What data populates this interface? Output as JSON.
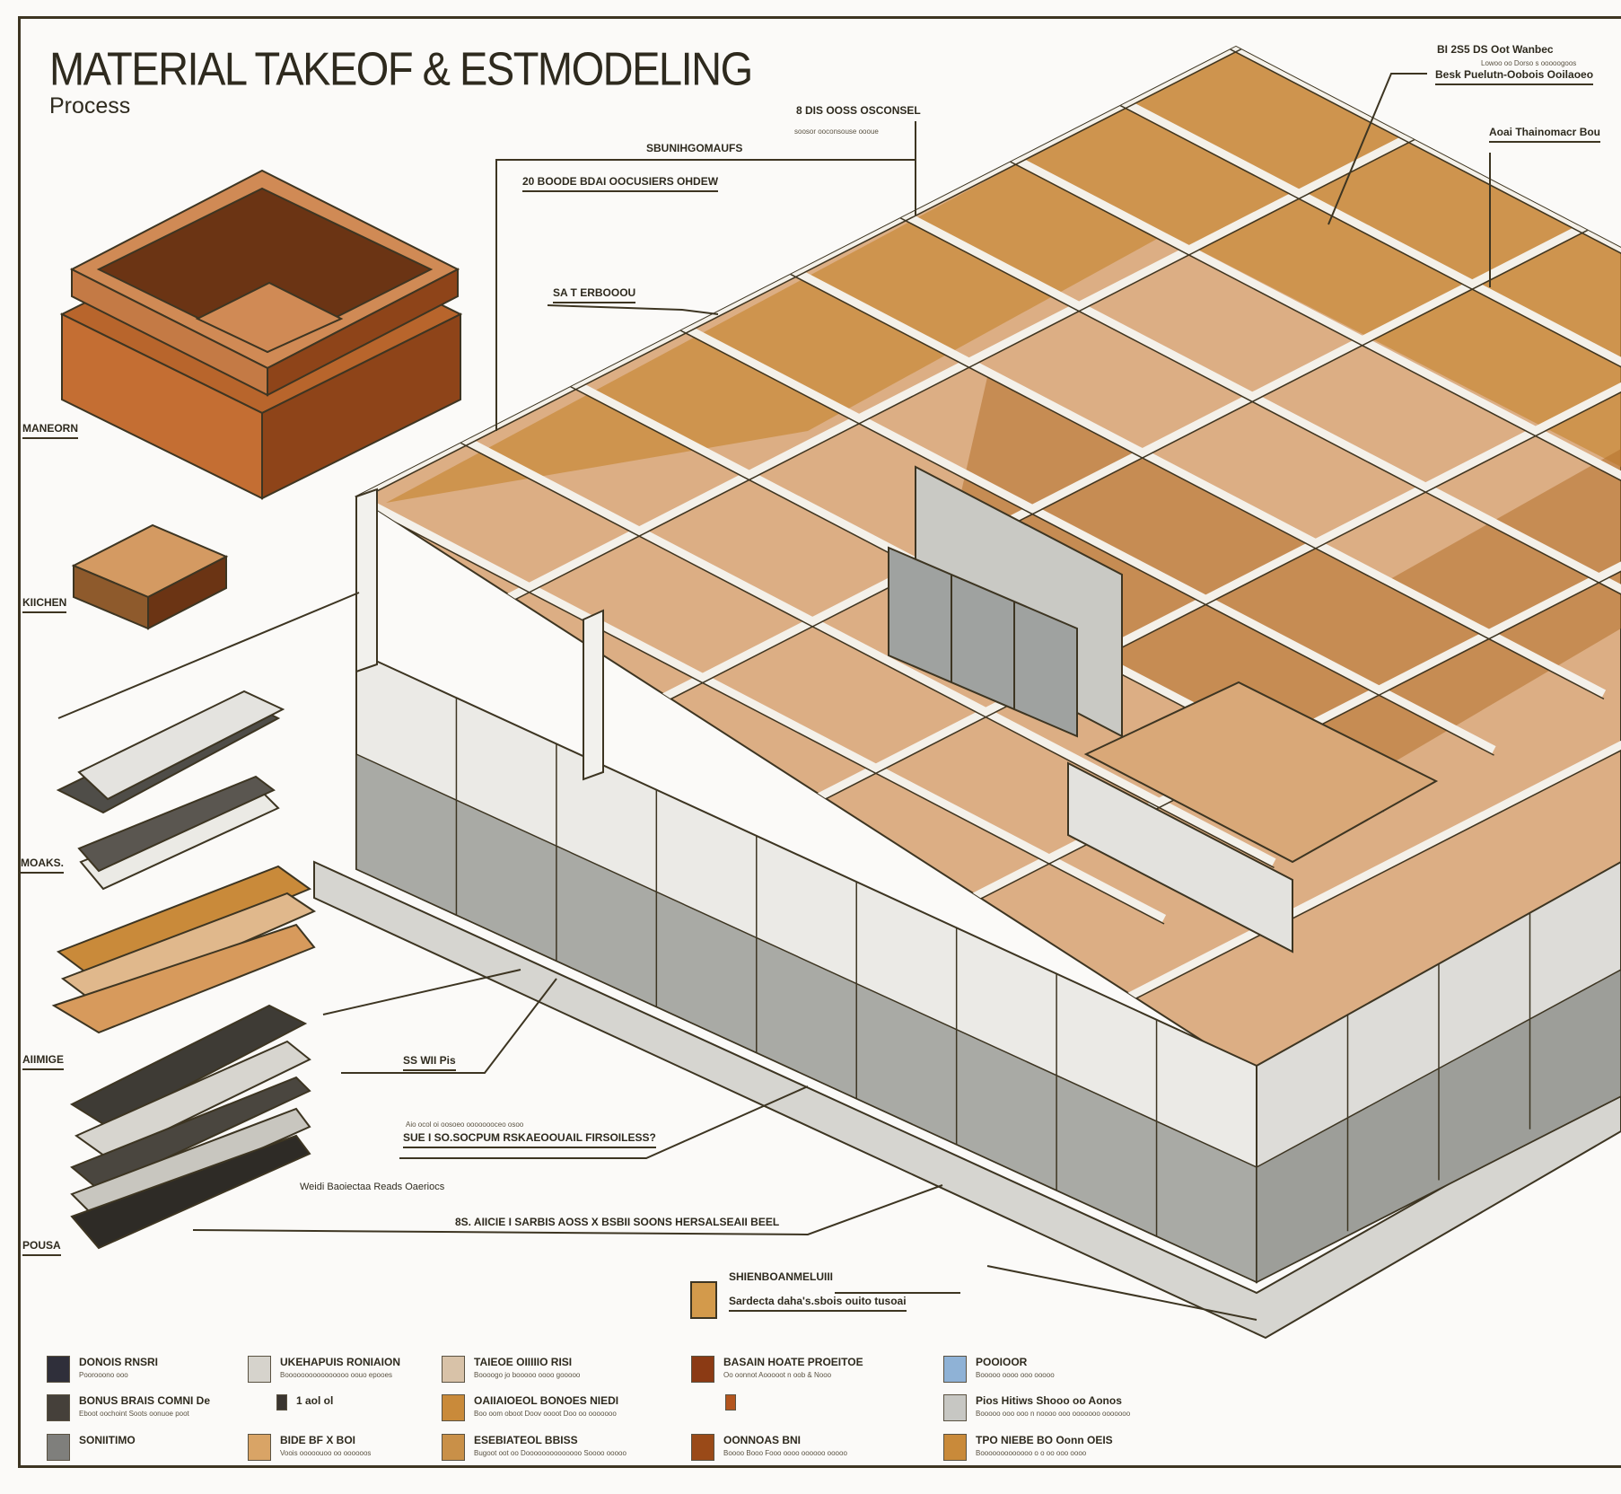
{
  "header": {
    "title": "MATERIAL TAKEOF & ESTMODELING",
    "subtitle": "Process"
  },
  "side_labels": [
    "MANEORN",
    "KIICHEN",
    "MOAKS.",
    "AIIMIGE",
    "POUSA"
  ],
  "callouts": {
    "top_center_a": "8 DIS  OOSS OSCONSEL",
    "top_center_a_sub": "soosor ooconsouse oooue",
    "top_center_b": "SBUNIHGOMAUFS",
    "box_heading": "20 BOODE BDAI OOCUSIERS OHDEW",
    "box_sub": "SA T ERBOOOU",
    "top_right_a": "BI 2S5 DS Oot Wanbec",
    "top_right_a_sub": "Lowoo oo  Dorso s ooooogoos",
    "top_right_b": "Besk Puelutn-Oobois Ooilaoeo",
    "top_right_c": "Aoai  Thainomacr Bou",
    "mid_a": "SS WII Pis",
    "mid_b_sub": "Aio ocol oi oosoeo oooooooceo osoo",
    "mid_b": "SUE I SO.SOCPUM RSKAEOOUAIL FIRSOILESS?",
    "mid_c": "Weidi Baoiectaa Reads Oaeriocs",
    "mid_d": "8S. AIICIE I SARBIS AOSS X BSBII SOONS HERSALSEAII BEEL",
    "swatch_heading": "SHIENBOANMELUIII",
    "swatch_text": "Sardecta daha's.sbois ouito tusoai"
  },
  "legend": [
    {
      "label": "DONOIS RNSRI",
      "desc": "Poorooono ooo",
      "color": "#2f2f3a"
    },
    {
      "label": "BONUS BRAIS COMNI De",
      "desc": "Eboot oochoint Soots  oonuoe poot",
      "color": "#45403a"
    },
    {
      "label": "SONIITIMO",
      "desc": "",
      "color": "#7f7f7c"
    },
    {
      "label": "UKEHAPUIS RONIAION",
      "desc": "Boooooooooooooooo oouo epooes",
      "color": "#d6d3cc"
    },
    {
      "label": "1 aol ol",
      "desc": "",
      "color": "#3a3530"
    },
    {
      "label": "BIDE BF X BOI",
      "desc": "Voois ooooouoo oo oooooos",
      "color": "#d9a466"
    },
    {
      "label": "TAIEOE OIIIIIO RISI",
      "desc": "Boooogo jo booooo oooo gooooo",
      "color": "#d8c2a8"
    },
    {
      "label": "OAIIAIOEOL BONOES NIEDI",
      "desc": "Boo oom oboot  Doov oooot Doo oo ooooooo",
      "color": "#c98a3a"
    },
    {
      "label": "ESEBIATEOL BBISS",
      "desc": "Bugoot oot oo   Doooooooooooooo Soooo ooooo",
      "color": "#c99048"
    },
    {
      "label": "BASAIN HOATE PROEITOE",
      "desc": "Oo oonnot Aooooot n oob & Nooo",
      "color": "#8b3a14"
    },
    {
      "label": "",
      "desc": "",
      "color": "#b3551e"
    },
    {
      "label": "OONNOAS BNI",
      "desc": "Boooo  Booo  Fooo oooo oooooo ooooo",
      "color": "#9a4a18"
    },
    {
      "label": "POOIOOR",
      "desc": "Booooo oooo ooo ooooo",
      "color": "#8fb2d6"
    },
    {
      "label": "Pios  Hitiws Shooo oo Aonos",
      "desc": "Booooo ooo ooo n noooo ooo ooooooo ooooooo",
      "color": "#c7c7c3"
    },
    {
      "label": "TPO NIEBE BO Oonn OEIS",
      "desc": "Booooooooooooo o o oo ooo oooo",
      "color": "#c98a3a"
    }
  ],
  "colors": {
    "ink": "#3d3522",
    "wood_dark": "#6b3414",
    "wood": "#b8652c",
    "wood_light": "#d08a55",
    "floor": "#dcae84",
    "roof_panel": "#c98b3c",
    "wall_white": "#ebeae6",
    "wall_gray": "#a9aaa5"
  }
}
